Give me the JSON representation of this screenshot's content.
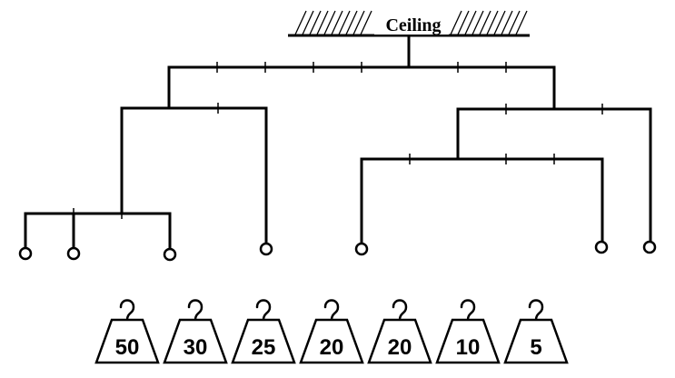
{
  "ceiling": {
    "label": "Ceiling"
  },
  "weights": [
    "50",
    "30",
    "25",
    "20",
    "20",
    "10",
    "5"
  ]
}
